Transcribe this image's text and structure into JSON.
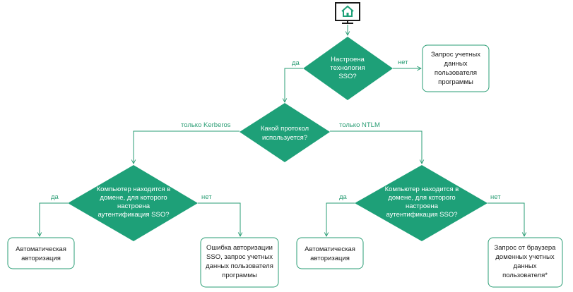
{
  "colors": {
    "accent": "#1ea078",
    "line": "#2a9d74",
    "text": "#1a1a1a"
  },
  "start_icon": "home-monitor-icon",
  "nodes": {
    "q_sso": [
      "Настроена",
      "технология",
      "SSO?"
    ],
    "q_protocol": [
      "Какой протокол",
      "используется?"
    ],
    "q_domain_left": [
      "Компьютер находится в",
      "домене, для которого",
      "настроена",
      "аутентификация SSO?"
    ],
    "q_domain_right": [
      "Компьютер находится в",
      "домене, для которого",
      "настроена",
      "аутентификация SSO?"
    ],
    "box_request_app": [
      "Запрос учетных",
      "данных",
      "пользователя",
      "программы"
    ],
    "box_auto_left": [
      "Автоматическая",
      "авторизация"
    ],
    "box_error": [
      "Ошибка авторизации",
      "SSO, запрос учетных",
      "данных пользователя",
      "программы"
    ],
    "box_auto_right": [
      "Автоматическая",
      "авторизация"
    ],
    "box_browser": [
      "Запрос от браузера",
      "доменных учетных",
      "данных",
      "пользователя*"
    ]
  },
  "labels": {
    "sso_yes": "да",
    "sso_no": "нет",
    "only_kerberos": "только Kerberos",
    "only_ntlm": "только NTLM",
    "left_yes": "да",
    "left_no": "нет",
    "right_yes": "да",
    "right_no": "нет"
  }
}
